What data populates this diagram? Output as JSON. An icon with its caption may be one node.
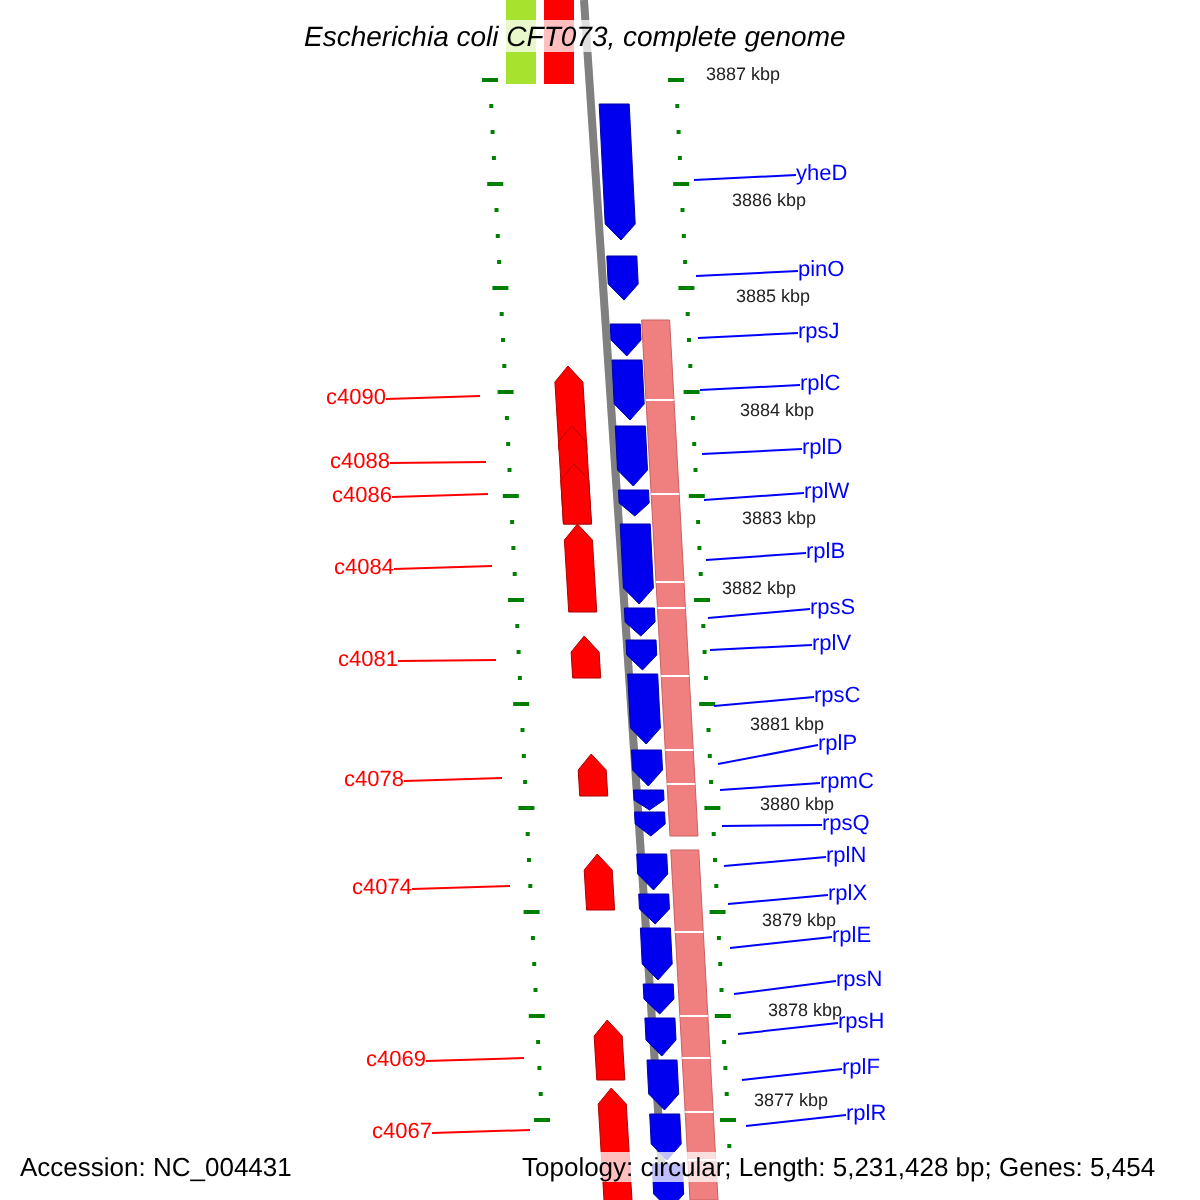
{
  "diagram": {
    "title": "Escherichia coli CFT073, complete genome",
    "nodes": [
      {
        "text": [
          "c4090"
        ]
      },
      {
        "text": [
          "c4088"
        ]
      },
      {
        "text": [
          "c4086"
        ]
      },
      {
        "text": [
          "c4084"
        ]
      },
      {
        "text": [
          "c4081"
        ]
      },
      {
        "text": [
          "c4078"
        ]
      },
      {
        "text": [
          "c4074"
        ]
      },
      {
        "text": [
          "c4069"
        ]
      },
      {
        "text": [
          "c4067"
        ]
      },
      {
        "text": [
          "yheD"
        ]
      },
      {
        "text": [
          "pinO"
        ]
      },
      {
        "text": [
          "rpsJ"
        ]
      },
      {
        "text": [
          "rplC"
        ]
      },
      {
        "text": [
          "rplD"
        ]
      },
      {
        "text": [
          "rplW"
        ]
      },
      {
        "text": [
          "rplB"
        ]
      },
      {
        "text": [
          "rpsS"
        ]
      },
      {
        "text": [
          "rplV"
        ]
      },
      {
        "text": [
          "rpsC"
        ]
      },
      {
        "text": [
          "rplP"
        ]
      },
      {
        "text": [
          "rpmC"
        ]
      },
      {
        "text": [
          "rpsQ"
        ]
      },
      {
        "text": [
          "rplN"
        ]
      },
      {
        "text": [
          "rplX"
        ]
      },
      {
        "text": [
          "rplE"
        ]
      },
      {
        "text": [
          "rpsN"
        ]
      },
      {
        "text": [
          "rpsH"
        ]
      },
      {
        "text": [
          "rplF"
        ]
      },
      {
        "text": [
          "rplR"
        ]
      }
    ],
    "edges": [
      {
        "from": 0,
        "to": null,
        "arrow": "none",
        "color": "#ff0000"
      },
      {
        "from": 1,
        "to": null,
        "arrow": "none",
        "color": "#ff0000"
      },
      {
        "from": 2,
        "to": null,
        "arrow": "none",
        "color": "#ff0000"
      },
      {
        "from": 3,
        "to": null,
        "arrow": "none",
        "color": "#ff0000"
      },
      {
        "from": 4,
        "to": null,
        "arrow": "none",
        "color": "#ff0000"
      },
      {
        "from": 5,
        "to": null,
        "arrow": "none",
        "color": "#ff0000"
      },
      {
        "from": 6,
        "to": null,
        "arrow": "none",
        "color": "#ff0000"
      },
      {
        "from": 7,
        "to": null,
        "arrow": "none",
        "color": "#ff0000"
      },
      {
        "from": 8,
        "to": null,
        "arrow": "none",
        "color": "#ff0000"
      },
      {
        "from": 9,
        "to": null,
        "arrow": "none"
      },
      {
        "from": 10,
        "to": null,
        "arrow": "none"
      },
      {
        "from": 11,
        "to": null,
        "arrow": "none"
      },
      {
        "from": 12,
        "to": null,
        "arrow": "none"
      },
      {
        "from": 13,
        "to": null,
        "arrow": "none"
      },
      {
        "from": 14,
        "to": null,
        "arrow": "none"
      },
      {
        "from": 15,
        "to": null,
        "arrow": "none"
      },
      {
        "from": 16,
        "to": null,
        "arrow": "none"
      },
      {
        "from": 17,
        "to": null,
        "arrow": "none"
      },
      {
        "from": 18,
        "to": null,
        "arrow": "none"
      },
      {
        "from": 19,
        "to": null,
        "arrow": "none"
      },
      {
        "from": 20,
        "to": null,
        "arrow": "none"
      },
      {
        "from": 21,
        "to": null,
        "arrow": "none"
      },
      {
        "from": 22,
        "to": null,
        "arrow": "none"
      },
      {
        "from": 23,
        "to": null,
        "arrow": "none"
      },
      {
        "from": 24,
        "to": null,
        "arrow": "none"
      },
      {
        "from": 25,
        "to": null,
        "arrow": "none"
      },
      {
        "from": 26,
        "to": null,
        "arrow": "none"
      },
      {
        "from": 27,
        "to": null,
        "arrow": "none"
      },
      {
        "from": 28,
        "to": null,
        "arrow": "none"
      }
    ],
    "labels": [
      "3887 kbp",
      "3886 kbp",
      "3885 kbp",
      "3884 kbp",
      "3883 kbp",
      "3882 kbp",
      "3881 kbp",
      "3880 kbp",
      "3879 kbp",
      "3878 kbp",
      "3877 kbp",
      "Accession: NC_004431",
      "Topology: circular; Length: 5,231,428 bp; Genes: 5,454"
    ]
  }
}
